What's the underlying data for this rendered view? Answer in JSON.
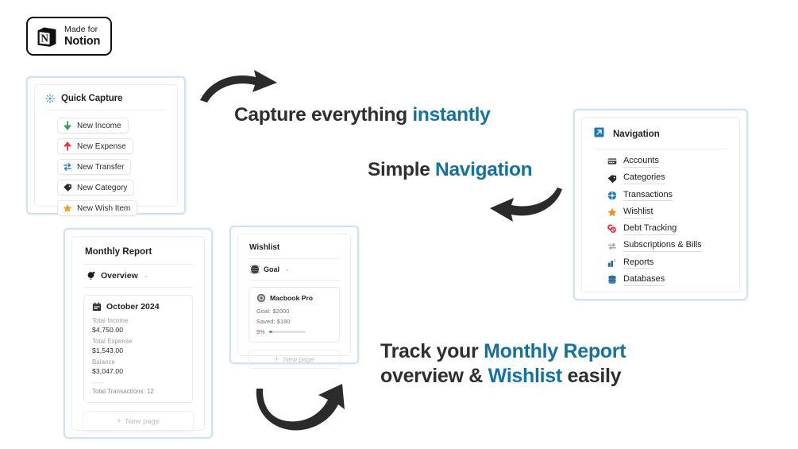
{
  "badge": {
    "logo_icon": "notion-cube-icon",
    "line1": "Made for",
    "line2": "Notion"
  },
  "colors": {
    "accent_blue": "#15729e",
    "card_border": "#cfe3f2",
    "heading_dark": "#2f2f2f",
    "income_green": "#3f9e5f",
    "expense_red": "#e03a3a",
    "transfer_blue": "#2a7fc1",
    "star_orange": "#f0a020",
    "debt_red": "#e03a3a",
    "progress_green": "#5aa469"
  },
  "quick_capture": {
    "icon": "sparkle-burst-icon",
    "title": "Quick Capture",
    "buttons": [
      {
        "label": "New Income",
        "icon": "arrow-down-icon"
      },
      {
        "label": "New Expense",
        "icon": "arrow-up-icon"
      },
      {
        "label": "New Transfer",
        "icon": "transfer-arrows-icon"
      },
      {
        "label": "New Category",
        "icon": "tag-icon"
      },
      {
        "label": "New Wish Item",
        "icon": "star-icon"
      }
    ]
  },
  "navigation": {
    "icon": "diagonal-arrow-box-icon",
    "title": "Navigation",
    "items": [
      {
        "label": "Accounts",
        "icon": "credit-card-icon"
      },
      {
        "label": "Categories",
        "icon": "tag-icon"
      },
      {
        "label": "Transactions",
        "icon": "transaction-circle-icon"
      },
      {
        "label": "Wishlist",
        "icon": "star-icon"
      },
      {
        "label": "Debt Tracking",
        "icon": "debt-copyright-icon"
      },
      {
        "label": "Subscriptions & Bills",
        "icon": "recycle-arrows-icon"
      },
      {
        "label": "Reports",
        "icon": "bar-chart-icon"
      },
      {
        "label": "Databases",
        "icon": "database-stack-icon"
      }
    ]
  },
  "monthly_report": {
    "title": "Monthly Report",
    "view": {
      "icon": "black-balloon-icon",
      "label": "Overview",
      "chevron": "⌄"
    },
    "entry": {
      "icon": "calendar-icon",
      "date": "October 2024",
      "rows": [
        {
          "label": "Total Income",
          "value": "$4,750.00"
        },
        {
          "label": "Total Expense",
          "value": "$1,543.00"
        },
        {
          "label": "Balance",
          "value": "$3,047.00"
        }
      ],
      "divider": "-----",
      "total_transactions": "Total Transactions: 12"
    },
    "new_page": {
      "plus": "+",
      "label": "New page"
    }
  },
  "wishlist": {
    "title": "Wishlist",
    "view": {
      "icon": "globe-icon",
      "label": "Goal",
      "chevron": "⌄"
    },
    "item": {
      "icon": "target-circle-icon",
      "name": "Macbook Pro",
      "goal": "Goal: $2000",
      "saved": "Saved: $180",
      "percent_label": "9%",
      "percent_value": 9
    },
    "new_page": {
      "plus": "+",
      "label": "New page"
    }
  },
  "headlines": {
    "capture": {
      "plain": "Capture everything ",
      "accent": "instantly"
    },
    "navigation": {
      "plain": "Simple ",
      "accent": "Navigation"
    },
    "track": {
      "part1": "Track your ",
      "accent1": "Monthly Report",
      "part2": "overview & ",
      "accent2": "Wishlist",
      "part3": " easily"
    }
  },
  "arrows": [
    {
      "name": "arrow-capture",
      "direction": "right"
    },
    {
      "name": "arrow-navigation",
      "direction": "left"
    },
    {
      "name": "arrow-track",
      "direction": "up-right"
    }
  ]
}
